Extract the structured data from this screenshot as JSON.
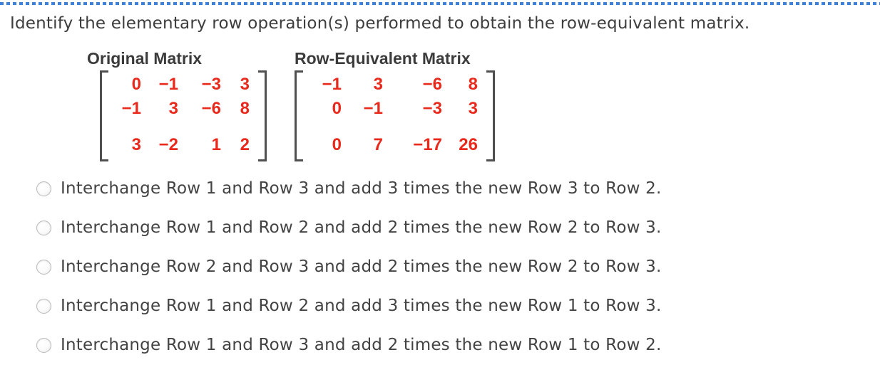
{
  "prompt": "Identify the elementary row operation(s) performed to obtain the row-equivalent matrix.",
  "colors": {
    "accent_blue": "#3f7fd9",
    "matrix_red": "#e8291c",
    "bracket_gray": "#4f4f4f",
    "text_gray": "#3d3d3d"
  },
  "matrix_original": {
    "title": "Original Matrix",
    "rows": [
      [
        "0",
        "−1",
        "−3",
        "3"
      ],
      [
        "−1",
        "3",
        "−6",
        "8"
      ],
      [
        "3",
        "−2",
        "1",
        "2"
      ]
    ]
  },
  "matrix_equivalent": {
    "title": "Row-Equivalent Matrix",
    "rows": [
      [
        "−1",
        "3",
        "−6",
        "8"
      ],
      [
        "0",
        "−1",
        "−3",
        "3"
      ],
      [
        "0",
        "7",
        "−17",
        "26"
      ]
    ]
  },
  "options": [
    {
      "label": "Interchange Row 1 and Row 3 and add 3 times the new Row 3 to Row 2.",
      "selected": false
    },
    {
      "label": "Interchange Row 1 and Row 2 and add 2 times the new Row 2 to Row 3.",
      "selected": false
    },
    {
      "label": "Interchange Row 2 and Row 3 and add 2 times the new Row 2 to Row 3.",
      "selected": false
    },
    {
      "label": "Interchange Row 1 and Row 2 and add 3 times the new Row 1 to Row 3.",
      "selected": false
    },
    {
      "label": "Interchange Row 1 and Row 3 and add 2 times the new Row 1 to Row 2.",
      "selected": false
    }
  ]
}
